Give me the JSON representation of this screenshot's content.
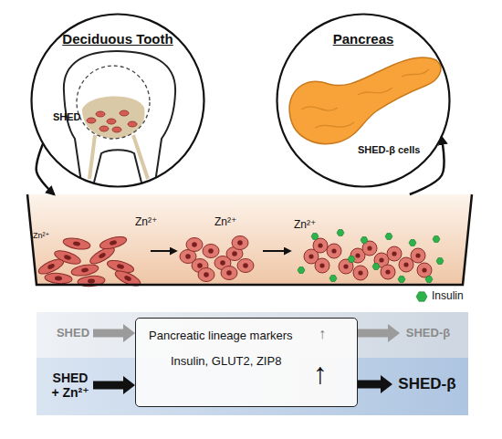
{
  "diagram": {
    "nodes": [
      {
        "text": [
          "Deciduous Tooth",
          "SHED"
        ]
      },
      {
        "text": [
          "Pancreas",
          "SHED-β cells"
        ]
      },
      {
        "text": [
          "Zn²⁺",
          "Zn²⁺",
          "Zn²⁺",
          "Zn²⁺"
        ]
      },
      {
        "text": [
          "SHED"
        ]
      },
      {
        "text": [
          "Pancreatic lineage markers",
          "↑",
          "Insulin, GLUT2, ZIP8",
          "↑"
        ]
      },
      {
        "text": [
          "SHED-β"
        ]
      },
      {
        "text": [
          "SHED + Zn²⁺"
        ]
      },
      {
        "text": [
          "SHED-β"
        ]
      }
    ],
    "edges": [
      {
        "from": 0,
        "to": 2,
        "arrow": "to"
      },
      {
        "from": 2,
        "to": 1,
        "arrow": "to"
      },
      {
        "from": 3,
        "to": 4,
        "arrow": "to"
      },
      {
        "from": 4,
        "to": 5,
        "arrow": "to"
      },
      {
        "from": 6,
        "to": 4,
        "arrow": "to"
      },
      {
        "from": 4,
        "to": 7,
        "arrow": "to"
      }
    ],
    "legend": [
      {
        "text": "Insulin",
        "color": "#2db34a"
      }
    ]
  }
}
